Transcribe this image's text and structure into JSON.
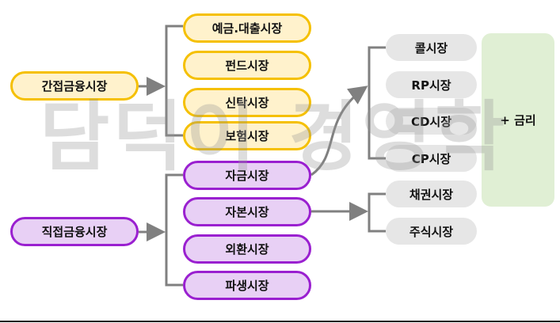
{
  "indirect": {
    "label": "간접금융시장",
    "children": [
      "예금.대출시장",
      "펀드시장",
      "신탁시장",
      "보험시장"
    ]
  },
  "direct": {
    "label": "직접금융시장",
    "children": [
      "자금시장",
      "자본시장",
      "외환시장",
      "파생시장"
    ]
  },
  "money_market": [
    "콜시장",
    "RP시장",
    "CD시장",
    "CP시장"
  ],
  "capital_market": [
    "채권시장",
    "주식시장"
  ],
  "interest_note": "+ 금리",
  "watermark": "담덕이 경영학",
  "colors": {
    "yellow_fill": "#fff2cc",
    "yellow_border": "#f5c000",
    "purple_fill": "#e8d0f5",
    "purple_border": "#9a20d0",
    "gray": "#e6e6e6",
    "green": "#e0efd4",
    "connector": "#808080"
  }
}
